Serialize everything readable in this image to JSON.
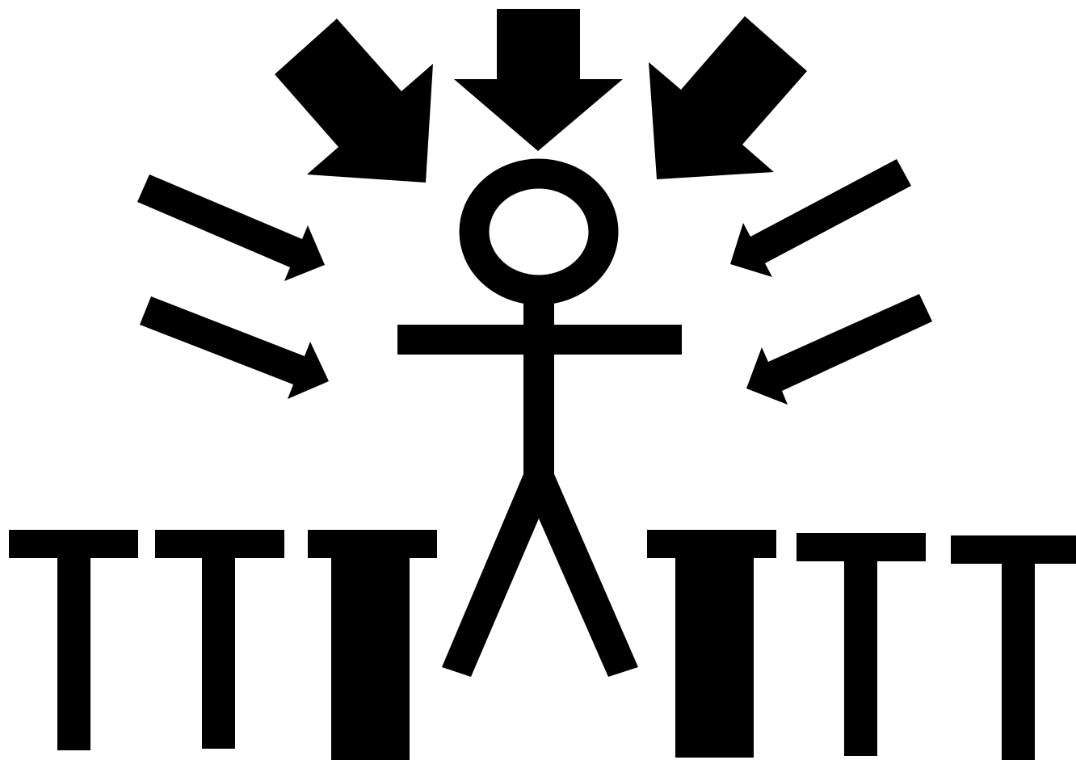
{
  "colors": {
    "background": "#ffffff",
    "ink": "#000000"
  },
  "figure": {
    "person": "stick-figure",
    "incoming_arrows": 7,
    "t_shapes": 6
  }
}
